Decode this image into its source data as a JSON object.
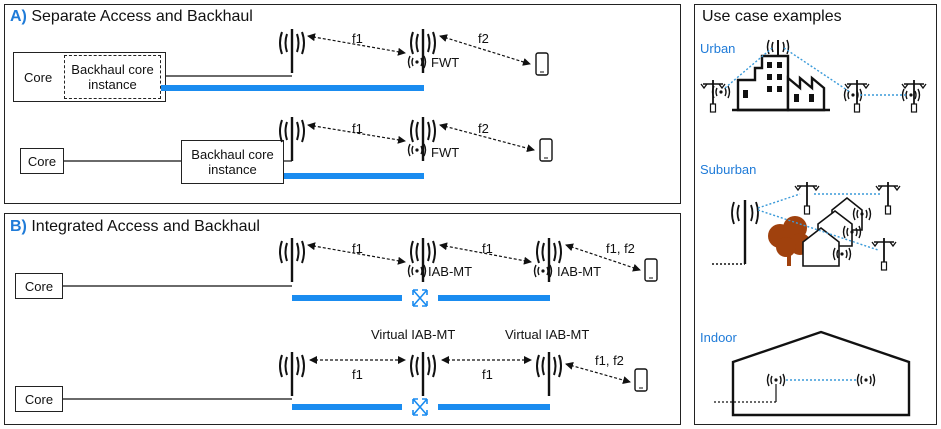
{
  "panel_a": {
    "letter": "A)",
    "title": "Separate Access and Backhaul"
  },
  "panel_b": {
    "letter": "B)",
    "title": "Integrated Access and Backhaul"
  },
  "panel_c": {
    "title": "Use case examples"
  },
  "labels": {
    "core": "Core",
    "backhaul_core_line1": "Backhaul core",
    "backhaul_core_line2": "instance",
    "fwt": "FWT",
    "iab_mt": "IAB-MT",
    "virtual_iab_mt": "Virtual IAB-MT",
    "f1": "f1",
    "f2": "f2",
    "f1_f2": "f1, f2"
  },
  "use_cases": {
    "urban": "Urban",
    "suburban": "Suburban",
    "indoor": "Indoor"
  },
  "colors": {
    "backhaul_bar": "#1a8cf0",
    "accent_text": "#1f7bd8",
    "tree": "#a0410d",
    "link_dotted": "#3a9ad9"
  }
}
